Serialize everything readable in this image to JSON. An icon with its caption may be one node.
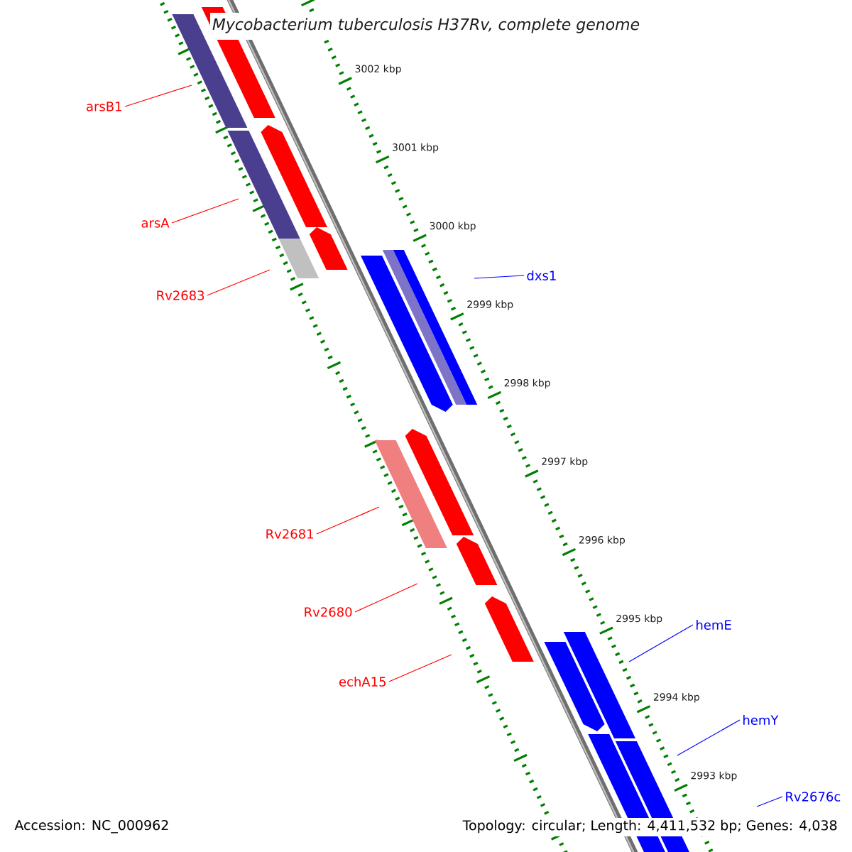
{
  "diagram": {
    "title": "Mycobacterium tuberculosis H37Rv, complete genome",
    "nodes": [
      {
        "text": [
          "arsB1"
        ]
      },
      {
        "text": [
          "arsA"
        ]
      },
      {
        "text": [
          "dxs1"
        ]
      },
      {
        "text": [
          "Rv2683"
        ]
      },
      {
        "text": [
          "Rv2681"
        ]
      },
      {
        "text": [
          "Rv2680"
        ]
      },
      {
        "text": [
          "hemE"
        ]
      },
      {
        "text": [
          "echA15"
        ]
      },
      {
        "text": [
          "hemY"
        ]
      },
      {
        "text": [
          "Rv2676c"
        ]
      }
    ],
    "edges": [
      {
        "from": 0,
        "to": null,
        "arrow": "none"
      },
      {
        "from": 1,
        "to": null,
        "arrow": "none"
      },
      {
        "from": 2,
        "to": null,
        "arrow": "none",
        "color": "#0000ff"
      },
      {
        "from": 3,
        "to": null,
        "arrow": "none"
      },
      {
        "from": 4,
        "to": null,
        "arrow": "none"
      },
      {
        "from": 5,
        "to": null,
        "arrow": "none"
      },
      {
        "from": 6,
        "to": null,
        "arrow": "none",
        "color": "#0000ff"
      },
      {
        "from": 7,
        "to": null,
        "arrow": "none"
      },
      {
        "from": 8,
        "to": null,
        "arrow": "none",
        "color": "#0000ff"
      },
      {
        "from": 9,
        "to": null,
        "arrow": "none",
        "color": "#0000ff"
      }
    ],
    "labels": [
      "3002 kbp",
      "3001 kbp",
      "3000 kbp",
      "2999 kbp",
      "2998 kbp",
      "2997 kbp",
      "2996 kbp",
      "2995 kbp",
      "2994 kbp",
      "2993 kbp",
      "Accession: NC_000962",
      "Topology: circular; Length: 4,411,532 bp; Genes: 4,038"
    ]
  }
}
